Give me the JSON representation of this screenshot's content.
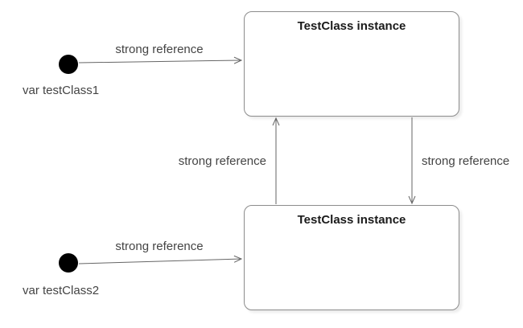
{
  "diagram": {
    "type": "object-reference-diagram",
    "nodes": [
      {
        "id": "instance1",
        "label": "TestClass instance"
      },
      {
        "id": "instance2",
        "label": "TestClass instance"
      }
    ],
    "variables": [
      {
        "id": "var1",
        "label": "var testClass1"
      },
      {
        "id": "var2",
        "label": "var testClass2"
      }
    ],
    "edges": [
      {
        "from": "var1",
        "to": "instance1",
        "label": "strong reference",
        "direction": "right"
      },
      {
        "from": "var2",
        "to": "instance2",
        "label": "strong reference",
        "direction": "right"
      },
      {
        "from": "instance2",
        "to": "instance1",
        "label": "strong reference",
        "direction": "up"
      },
      {
        "from": "instance1",
        "to": "instance2",
        "label": "strong reference",
        "direction": "down"
      }
    ],
    "colors": {
      "node_border": "#8c8c8c",
      "node_fill": "#ffffff",
      "line": "#666666",
      "dot": "#000000",
      "label_text": "#444444",
      "title_text": "#1a1a1a"
    }
  }
}
